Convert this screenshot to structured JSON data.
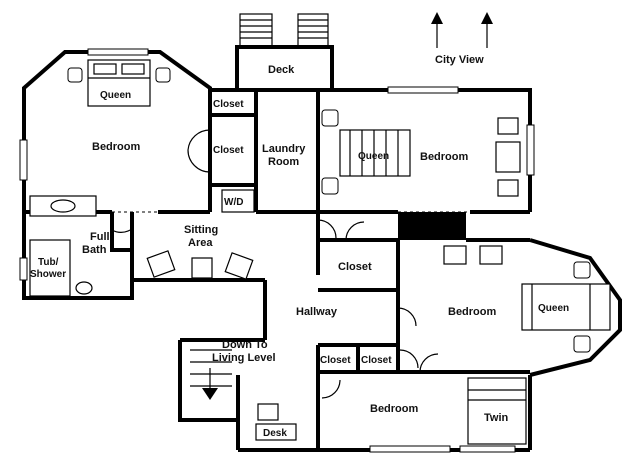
{
  "labels": {
    "city_view": "City View",
    "deck": "Deck",
    "queen_top": "Queen",
    "bedroom_nw": "Bedroom",
    "closet_a": "Closet",
    "closet_b": "Closet",
    "laundry_line1": "Laundry",
    "laundry_line2": "Room",
    "wd": "W/D",
    "queen_center": "Queen",
    "bedroom_ne": "Bedroom",
    "full_bath_line1": "Full",
    "full_bath_line2": "Bath",
    "tub_line1": "Tub/",
    "tub_line2": "Shower",
    "sitting_line1": "Sitting",
    "sitting_line2": "Area",
    "closet_mid": "Closet",
    "hallway": "Hallway",
    "bedroom_e": "Bedroom",
    "queen_east": "Queen",
    "down_line1": "Down To",
    "down_line2": "Living Level",
    "closet_s1": "Closet",
    "closet_s2": "Closet",
    "bedroom_s": "Bedroom",
    "twin": "Twin",
    "desk": "Desk"
  }
}
